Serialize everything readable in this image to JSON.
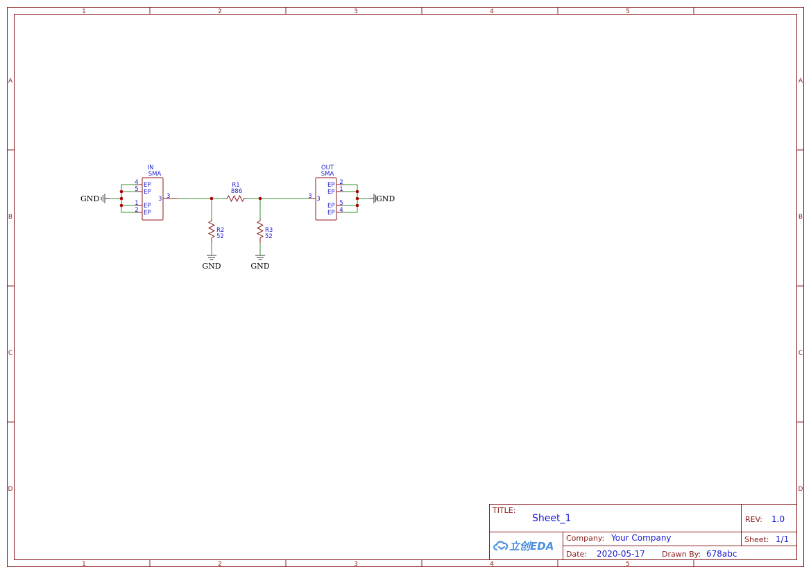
{
  "frame": {
    "columns": [
      "1",
      "2",
      "3",
      "4",
      "5"
    ],
    "rows": [
      "A",
      "B",
      "C",
      "D"
    ]
  },
  "schematic": {
    "in_connector": {
      "designator": "IN",
      "value": "SMA",
      "pins": [
        {
          "number": "4",
          "name": "EP"
        },
        {
          "number": "5",
          "name": "EP"
        },
        {
          "number": "1",
          "name": "EP"
        },
        {
          "number": "2",
          "name": "EP"
        },
        {
          "number": "3",
          "name": ""
        }
      ],
      "center_pin": "3"
    },
    "out_connector": {
      "designator": "OUT",
      "value": "SMA",
      "pins": [
        {
          "number": "2",
          "name": "EP"
        },
        {
          "number": "1",
          "name": "EP"
        },
        {
          "number": "5",
          "name": "EP"
        },
        {
          "number": "4",
          "name": "EP"
        }
      ],
      "center_pin": "3"
    },
    "r1": {
      "designator": "R1",
      "value": "886"
    },
    "r2": {
      "designator": "R2",
      "value": "52"
    },
    "r3": {
      "designator": "R3",
      "value": "52"
    },
    "gnd_labels": {
      "left": "GND",
      "right": "GND",
      "r2": "GND",
      "r3": "GND"
    },
    "colors": {
      "frame": "#8b1a1a",
      "wire": "#2f8f2f",
      "component": "#8b1a1a",
      "pin_text": "#1a1ad4",
      "junction": "#b00000",
      "power": "#555555"
    }
  },
  "title_block": {
    "title_label": "TITLE:",
    "title": "Sheet_1",
    "rev_label": "REV:",
    "rev": "1.0",
    "company_label": "Company:",
    "company": "Your Company",
    "sheet_label": "Sheet:",
    "sheet": "1/1",
    "date_label": "Date:",
    "date": "2020-05-17",
    "drawn_by_label": "Drawn By:",
    "drawn_by": "678abc",
    "logo_text": "立创EDA",
    "logo_icon": "cloud-icon"
  }
}
